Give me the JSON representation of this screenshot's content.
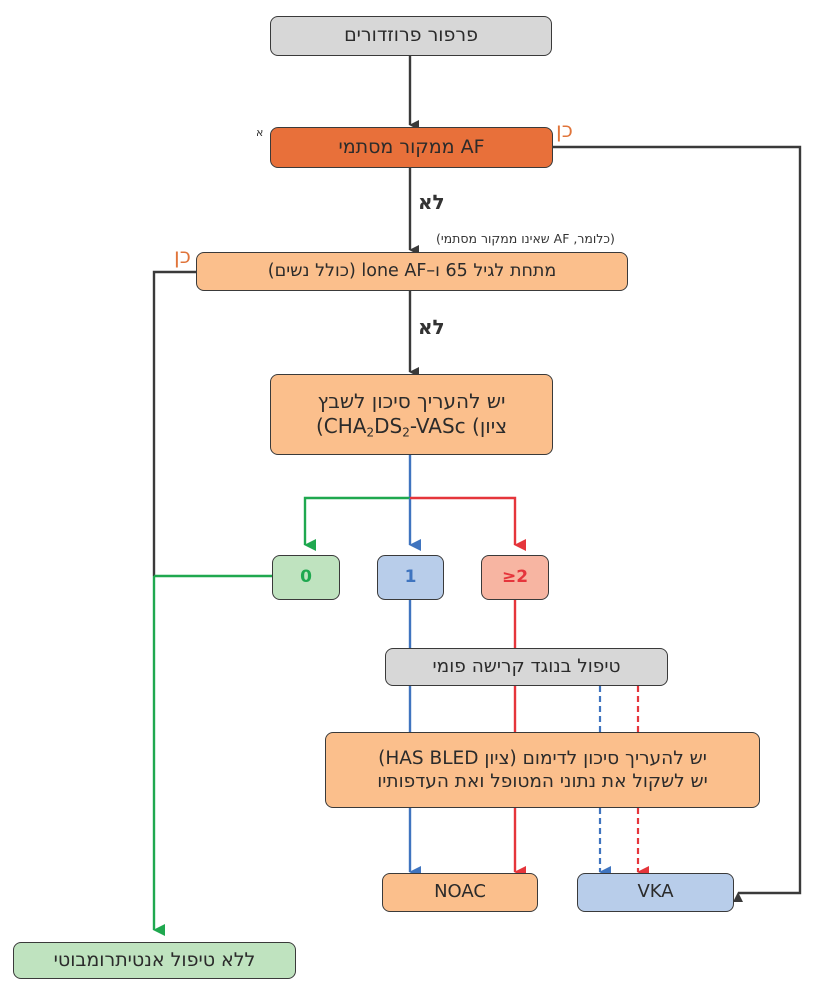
{
  "colors": {
    "arrow_dark": "#3a3a3a",
    "green": "#1fa84f",
    "blue": "#3f74bf",
    "red": "#e5353b",
    "yes_label": "#e0743a"
  },
  "nodes": {
    "start": "פרפור פרוזדורים",
    "valvular": "AF ממקור מסתמי",
    "valvular_footnote": "א",
    "nonvalvular_note": "(כלומר, AF שאינו ממקור מסתמי)",
    "lone_af": "מתחת לגיל 65 ו–lone AF (כולל נשים)",
    "assess_stroke_line1": "יש להעריך סיכון לשבץ",
    "assess_stroke_line2_pre": "(ציון CHA",
    "assess_stroke_sub1": "2",
    "assess_stroke_mid": "DS",
    "assess_stroke_sub2": "2",
    "assess_stroke_post": "-VASc)",
    "score_0": "0",
    "score_1": "1",
    "score_2plus": "2≤",
    "oral_anticoag": "טיפול בנוגד קרישה פומי",
    "assess_bleed_line1": "יש להעריך סיכון לדימום (ציון HAS BLED)",
    "assess_bleed_line2": "יש לשקול את נתוני המטופל ואת העדפותיו",
    "noac": "NOAC",
    "vka": "VKA",
    "no_treatment": "ללא טיפול אנטיתרומבוטי"
  },
  "edge_labels": {
    "yes_1": "כן",
    "yes_2": "כן",
    "no_1": "לא",
    "no_2": "לא"
  }
}
